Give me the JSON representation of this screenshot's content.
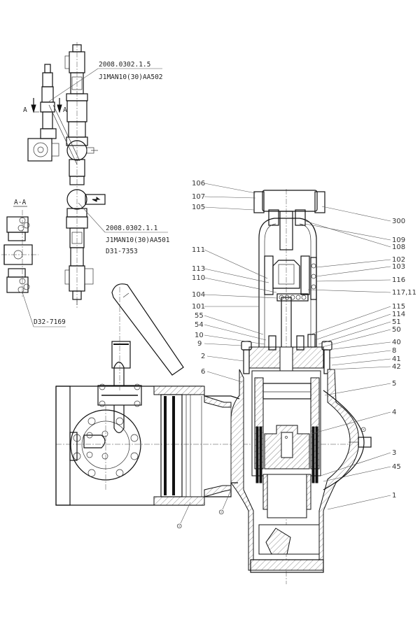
{
  "drawing": {
    "title": "Valve assembly sectional drawing",
    "stroke_color": "#111111",
    "background": "#ffffff"
  },
  "references": {
    "upper": {
      "number": "2008.0302.1.5",
      "code": "J1MAN10(30)AA502"
    },
    "lower": {
      "number": "2008.0302.1.1",
      "code": "J1MAN10(30)AA501",
      "drawing": "D31-7353"
    },
    "section_view": {
      "label": "A-A",
      "drawing": "D32-7169"
    },
    "section_marks": [
      "A",
      "A"
    ]
  },
  "callouts_left": [
    "106",
    "107",
    "105",
    "111",
    "113",
    "110",
    "104",
    "101",
    "55",
    "54",
    "10",
    "9",
    "2",
    "6"
  ],
  "callouts_right": [
    "300",
    "109",
    "108",
    "102",
    "103",
    "116",
    "117,11",
    "115",
    "114",
    "51",
    "50",
    "40",
    "8",
    "41",
    "42",
    "5",
    "4",
    "3",
    "45",
    "1"
  ],
  "weld_marks": [
    "⊙",
    "⊙",
    "⊙"
  ]
}
